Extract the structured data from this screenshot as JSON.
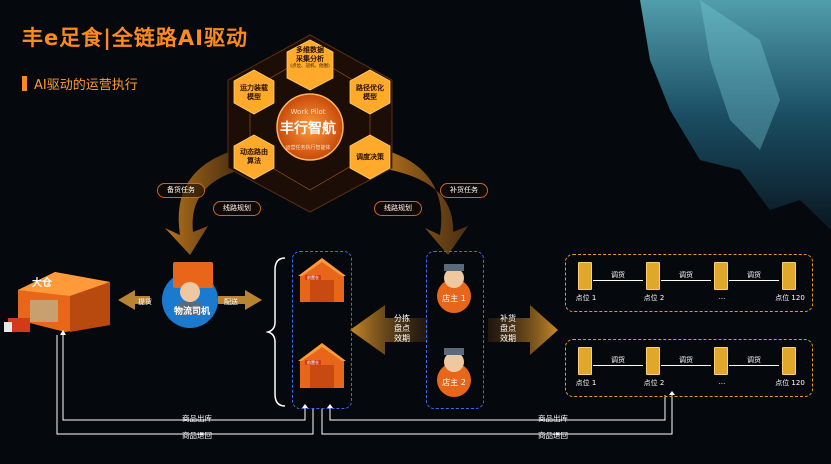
{
  "header": {
    "title": "丰e足食|全链路AI驱动",
    "subtitle": "AI驱动的运营执行"
  },
  "center": {
    "name_en": "Work Pilot",
    "name_cn": "丰行智航",
    "caption": "运营任务执行智能体"
  },
  "modules": [
    {
      "label": "多维数据\n采集分析",
      "sub": "(点位、冠机、他图)"
    },
    {
      "label": "路径优化\n模型",
      "sub": ""
    },
    {
      "label": "调度决策",
      "sub": ""
    },
    {
      "label": "动态路由\n算法",
      "sub": ""
    },
    {
      "label": "运力装载\n模型",
      "sub": ""
    }
  ],
  "tasks": {
    "stock_task": "备货任务",
    "route_plan_left": "线路规划",
    "route_plan_right": "线路规划",
    "restock_task": "补货任务"
  },
  "warehouse": {
    "label": "大仓"
  },
  "driver": {
    "label": "物流司机"
  },
  "flows": {
    "pickup": "提货",
    "delivery": "配送",
    "sort_check": "分拣\n盘点\n效期",
    "restock_check": "补货\n盘点\n效期",
    "out_left": "商品出库",
    "return_left": "商品退回",
    "out_right": "商品出库",
    "return_right": "商品退回"
  },
  "stores": {
    "tag": "前置仓"
  },
  "shopkeepers": [
    {
      "label": "店主 1"
    },
    {
      "label": "店主 2"
    }
  ],
  "shelf_rows": [
    {
      "points": [
        "点位 1",
        "点位 2",
        "...",
        "点位 120"
      ],
      "links": [
        "调货",
        "调货",
        "调货"
      ]
    },
    {
      "points": [
        "点位 1",
        "点位 2",
        "...",
        "点位 120"
      ],
      "links": [
        "调货",
        "调货",
        "调货"
      ]
    }
  ],
  "colors": {
    "accent": "#ff8a1c",
    "background": "#05080d",
    "store_border": "#3a6df0",
    "shelf_border": "#e89a1a"
  }
}
